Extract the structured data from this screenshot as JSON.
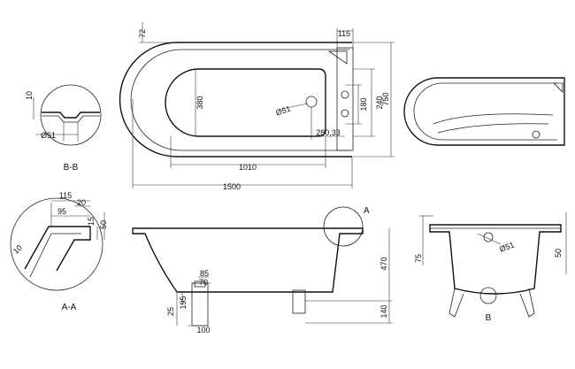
{
  "drawing": {
    "top_view": {
      "dims": {
        "d72": "72",
        "d115": "115",
        "d750": "750",
        "d380": "380",
        "d51": "Ø51",
        "d180": "180",
        "d240": "240",
        "d280": "280,33",
        "d1010": "1010",
        "d1500": "1500"
      }
    },
    "detail_bb": {
      "label": "B-B",
      "dims": {
        "d10": "10",
        "d51": "Ø51"
      }
    },
    "detail_aa": {
      "label": "A-A",
      "dims": {
        "d115": "115",
        "d20": "20",
        "d95": "95",
        "d15": "15",
        "d50": "50",
        "d10": "10"
      }
    },
    "side_view": {
      "marker": "A",
      "dims": {
        "d85": "85",
        "d70": "70",
        "d25": "25",
        "d195": "195",
        "d100": "100",
        "d470": "470",
        "d140": "140"
      }
    },
    "end_view": {
      "marker": "B",
      "dims": {
        "d75": "75",
        "d50": "50",
        "d51": "Ø51"
      }
    }
  }
}
